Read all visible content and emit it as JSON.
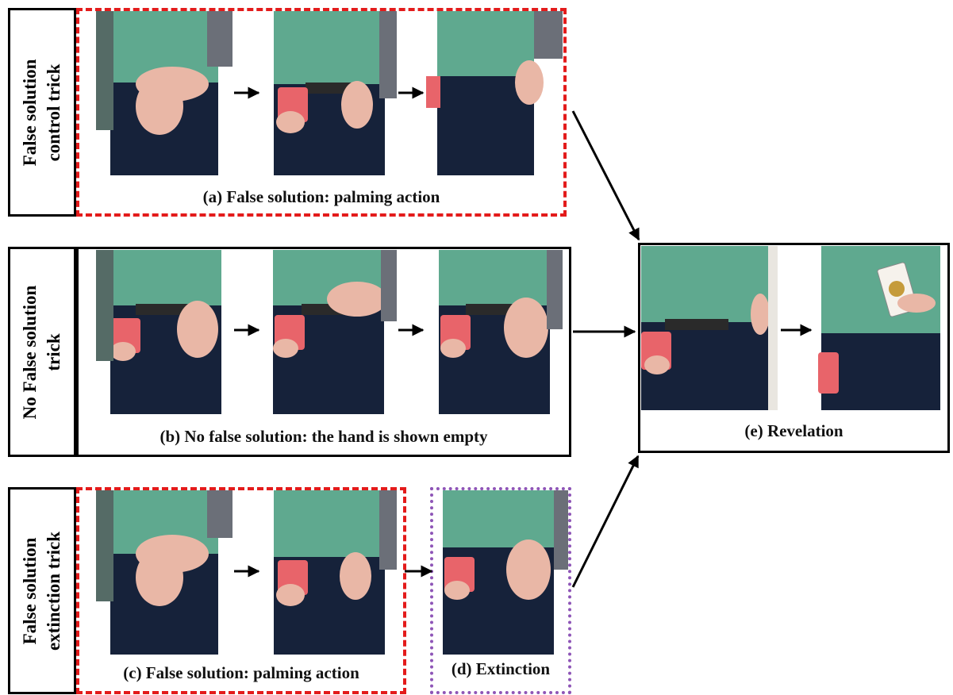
{
  "rows": {
    "control": {
      "label_lines": [
        "False solution",
        "control trick"
      ]
    },
    "no_false": {
      "label_lines": [
        "No False solution",
        "trick"
      ]
    },
    "extinction": {
      "label_lines": [
        "False solution",
        "extinction trick"
      ]
    }
  },
  "captions": {
    "a": "(a) False solution: palming action",
    "b": "(b) No false solution: the hand is shown empty",
    "c": "(c) False solution: palming action",
    "d": "(d) Extinction",
    "e": "(e) Revelation"
  },
  "colors": {
    "red_dashed": "#e31b1b",
    "purple_dotted": "#8e55b7",
    "shirt": "#5fa98f",
    "pants": "#16223a",
    "skin": "#e9b7a6",
    "card": "#e8646a"
  }
}
